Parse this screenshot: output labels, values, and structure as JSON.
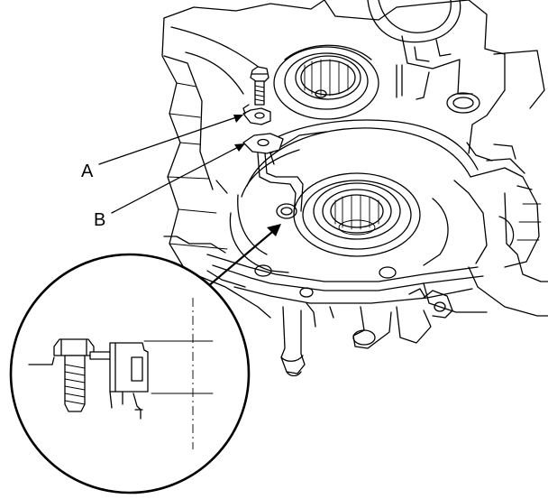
{
  "callouts": [
    {
      "id": "A",
      "label": "A",
      "target": "locking-tab"
    },
    {
      "id": "B",
      "label": "B",
      "target": "bracket-plate"
    }
  ],
  "detail_view": {
    "magnified": true
  }
}
